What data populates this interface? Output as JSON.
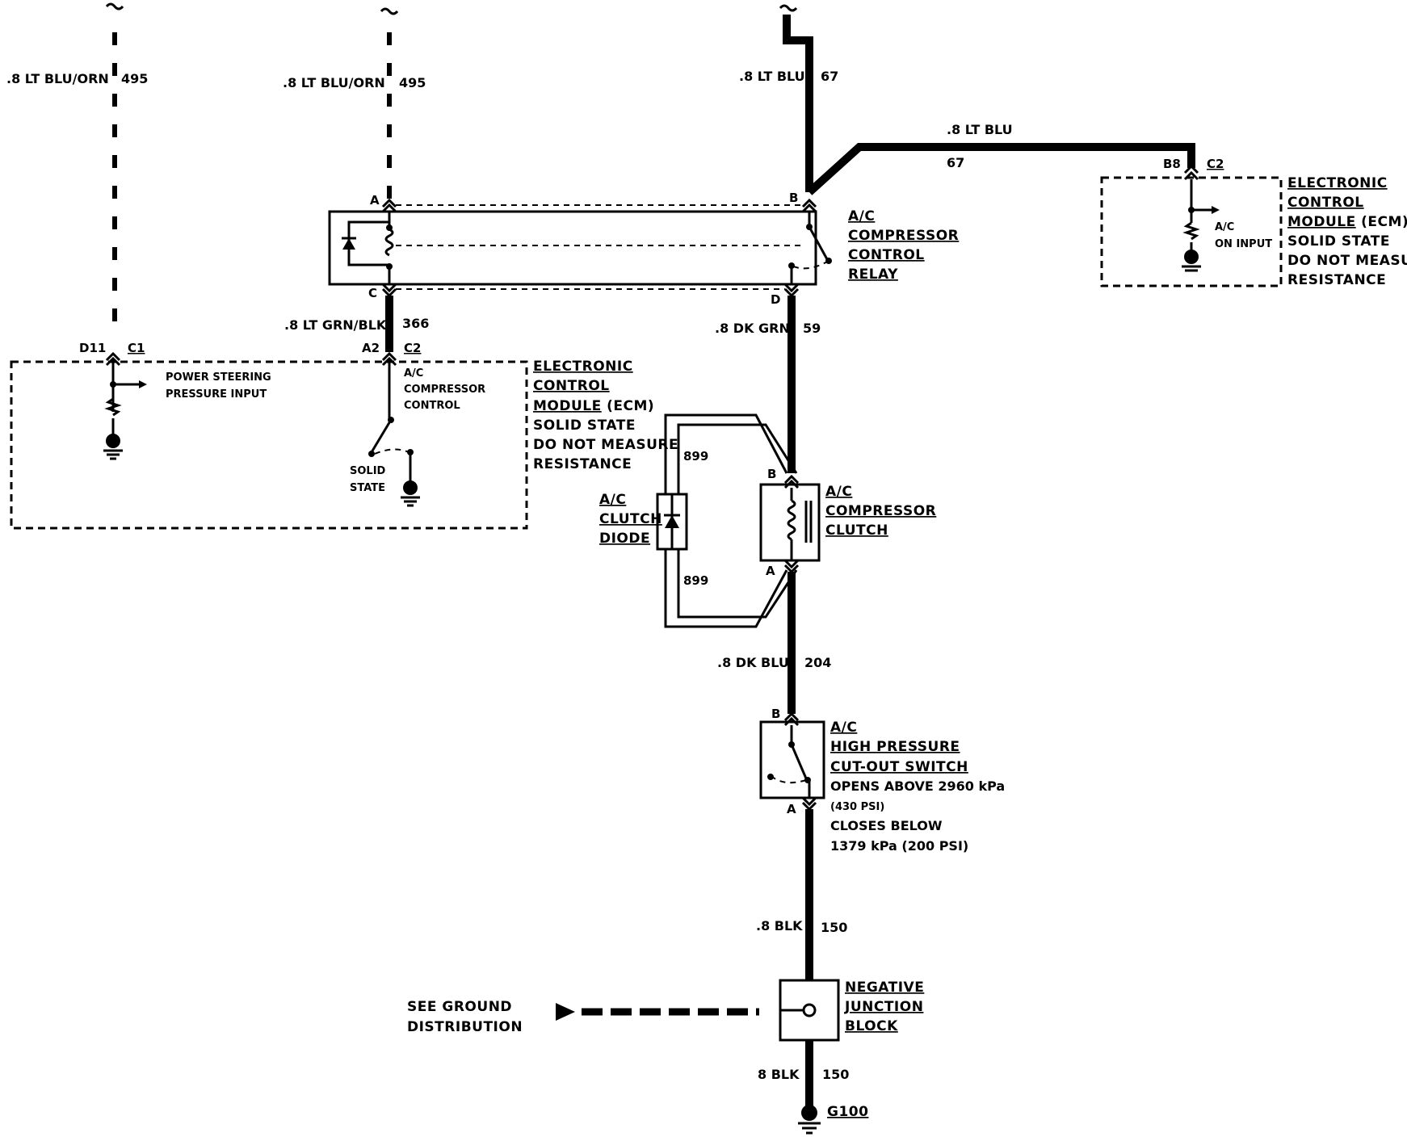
{
  "wires": {
    "w495_left": {
      "color": ".8 LT BLU/ORN",
      "circuit": "495"
    },
    "w495_right": {
      "color": ".8 LT BLU/ORN",
      "circuit": "495"
    },
    "w67_vertical": {
      "color": ".8 LT BLU",
      "circuit": "67"
    },
    "w67_horizontal": {
      "color": ".8 LT BLU",
      "circuit": "67"
    },
    "w366": {
      "color": ".8 LT GRN/BLK",
      "circuit": "366"
    },
    "w59": {
      "color": ".8 DK GRN",
      "circuit": "59"
    },
    "w899_top": {
      "circuit": "899"
    },
    "w899_bottom": {
      "circuit": "899"
    },
    "w204": {
      "color": ".8 DK BLU",
      "circuit": "204"
    },
    "w150_top": {
      "color": ".8 BLK",
      "circuit": "150"
    },
    "w150_bottom": {
      "color": "8 BLK",
      "circuit": "150"
    }
  },
  "relay": {
    "title": [
      "A/C",
      "COMPRESSOR",
      "CONTROL",
      "RELAY"
    ],
    "pin_a": "A",
    "pin_b": "B",
    "pin_c": "C",
    "pin_d": "D"
  },
  "ecm_left": {
    "title": [
      "ELECTRONIC",
      "CONTROL",
      "MODULE"
    ],
    "title_suffix": "(ECM)",
    "notes": [
      "SOLID STATE",
      "DO NOT MEASURE",
      "RESISTANCE"
    ],
    "pin_d11": "D11",
    "conn_c1": "C1",
    "pin_a2": "A2",
    "conn_c2": "C2",
    "ps_input": [
      "POWER STEERING",
      "PRESSURE INPUT"
    ],
    "ac_control": [
      "A/C",
      "COMPRESSOR",
      "CONTROL"
    ],
    "solid_state": [
      "SOLID",
      "STATE"
    ]
  },
  "ecm_right": {
    "title": [
      "ELECTRONIC",
      "CONTROL",
      "MODULE"
    ],
    "title_suffix": "(ECM)",
    "notes": [
      "SOLID STATE",
      "DO NOT MEASURE",
      "RESISTANCE"
    ],
    "pin_b8": "B8",
    "conn_c2": "C2",
    "ac_on_input": [
      "A/C",
      "ON INPUT"
    ]
  },
  "clutch": {
    "title": [
      "A/C",
      "COMPRESSOR",
      "CLUTCH"
    ],
    "pin_b": "B",
    "pin_a": "A"
  },
  "diode": {
    "title": [
      "A/C",
      "CLUTCH",
      "DIODE"
    ]
  },
  "hp_switch": {
    "title": [
      "A/C",
      "HIGH PRESSURE",
      "CUT-OUT SWITCH"
    ],
    "notes": [
      "OPENS ABOVE 2960 kPa",
      "(430 PSI)",
      "CLOSES BELOW",
      "1379 kPa (200 PSI)"
    ],
    "pin_b": "B",
    "pin_a": "A"
  },
  "junction": {
    "title": [
      "NEGATIVE",
      "JUNCTION",
      "BLOCK"
    ],
    "see_ground": [
      "SEE GROUND",
      "DISTRIBUTION"
    ]
  },
  "ground": {
    "label": "G100"
  }
}
